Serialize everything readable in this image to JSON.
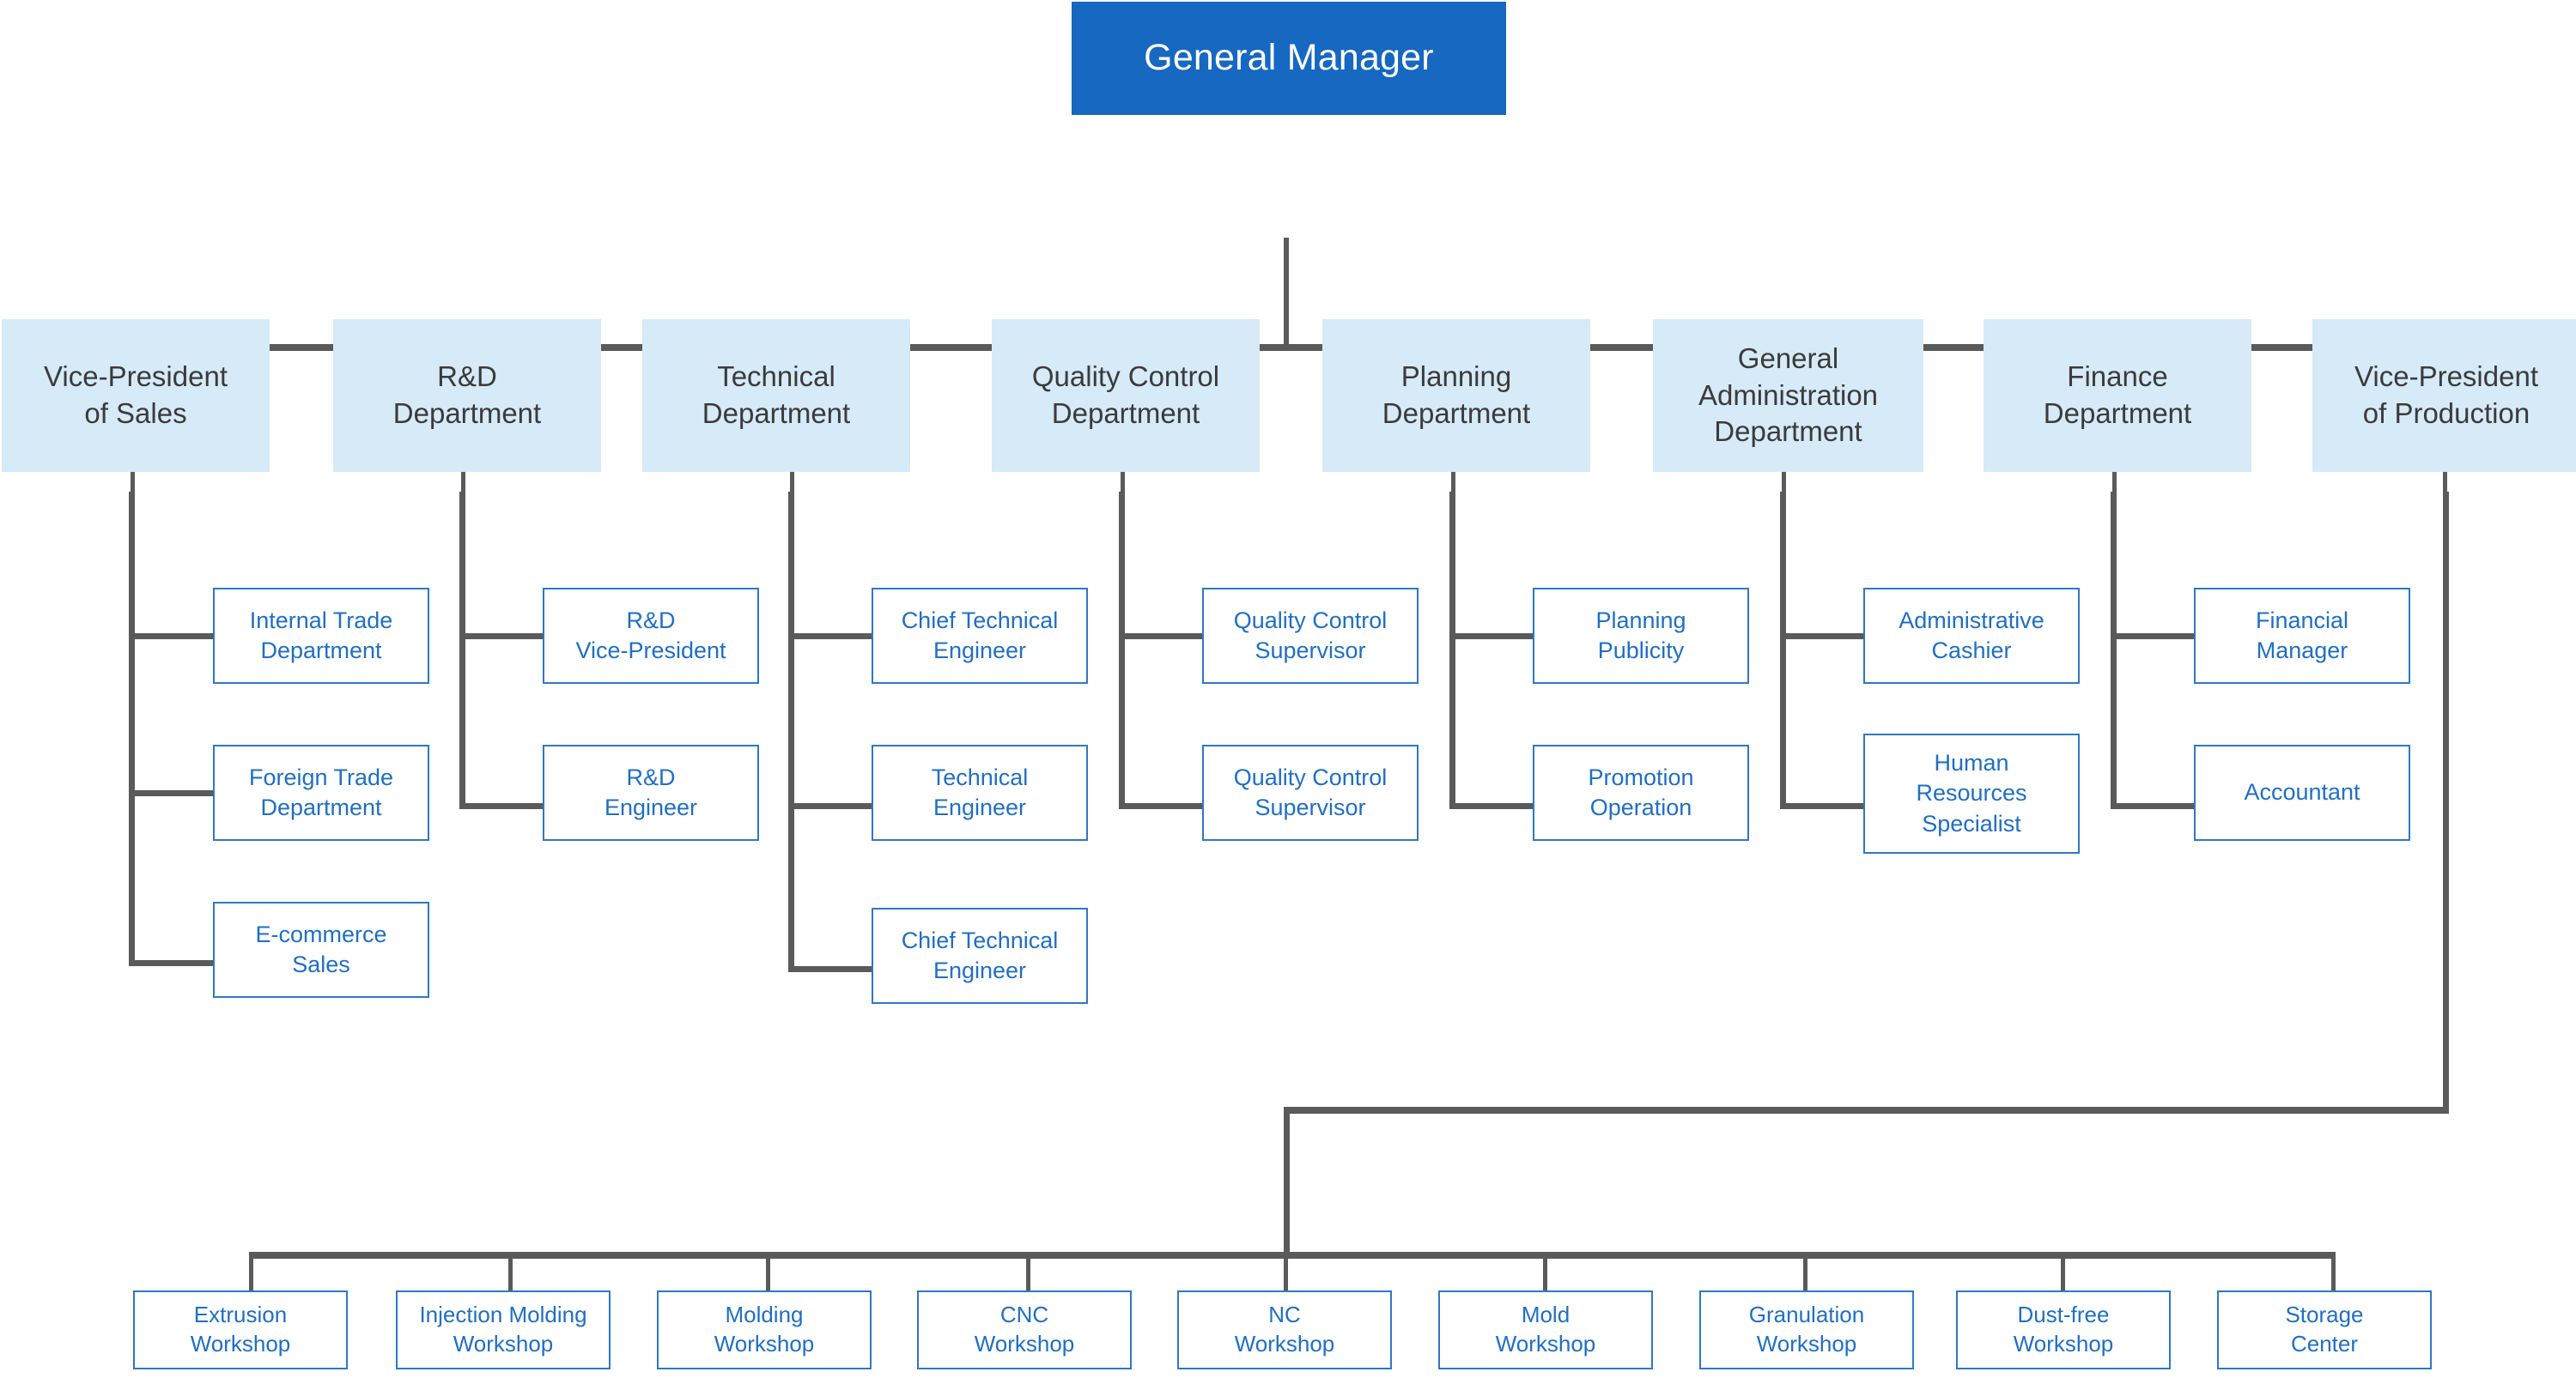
{
  "chart_title": "General Manager",
  "colors": {
    "root_fill": "#1668c1",
    "root_text": "#ffffff",
    "dept_fill": "#d6eaf8",
    "dept_text": "#3b3b3b",
    "sub_border": "#2e78c7",
    "sub_text": "#1f6fc4",
    "connector": "#5a5a5a",
    "background": "#ffffff"
  },
  "root": {
    "label": "General Manager"
  },
  "departments": [
    {
      "label": "Vice-President\nof Sales"
    },
    {
      "label": "R&D\nDepartment"
    },
    {
      "label": "Technical\nDepartment"
    },
    {
      "label": "Quality Control\nDepartment"
    },
    {
      "label": "Planning\nDepartment"
    },
    {
      "label": "General\nAdministration\nDepartment"
    },
    {
      "label": "Finance\nDepartment"
    },
    {
      "label": "Vice-President\nof Production"
    }
  ],
  "subroles": {
    "sales": [
      {
        "label": "Internal Trade\nDepartment"
      },
      {
        "label": "Foreign Trade\nDepartment"
      },
      {
        "label": "E-commerce\nSales"
      }
    ],
    "rnd": [
      {
        "label": "R&D\nVice-President"
      },
      {
        "label": "R&D\nEngineer"
      }
    ],
    "technical": [
      {
        "label": "Chief Technical\nEngineer"
      },
      {
        "label": "Technical\nEngineer"
      },
      {
        "label": "Chief Technical\nEngineer"
      }
    ],
    "quality": [
      {
        "label": "Quality Control\nSupervisor"
      },
      {
        "label": "Quality Control\nSupervisor"
      }
    ],
    "planning": [
      {
        "label": "Planning\nPublicity"
      },
      {
        "label": "Promotion\nOperation"
      }
    ],
    "administration": [
      {
        "label": "Administrative\nCashier"
      },
      {
        "label": "Human\nResources\nSpecialist"
      }
    ],
    "finance": [
      {
        "label": "Financial\nManager"
      },
      {
        "label": "Accountant"
      }
    ]
  },
  "workshops": [
    {
      "label": "Extrusion\nWorkshop"
    },
    {
      "label": "Injection Molding\nWorkshop"
    },
    {
      "label": "Molding\nWorkshop"
    },
    {
      "label": "CNC\nWorkshop"
    },
    {
      "label": "NC\nWorkshop"
    },
    {
      "label": "Mold\nWorkshop"
    },
    {
      "label": "Granulation\nWorkshop"
    },
    {
      "label": "Dust-free\nWorkshop"
    },
    {
      "label": "Storage\nCenter"
    }
  ]
}
